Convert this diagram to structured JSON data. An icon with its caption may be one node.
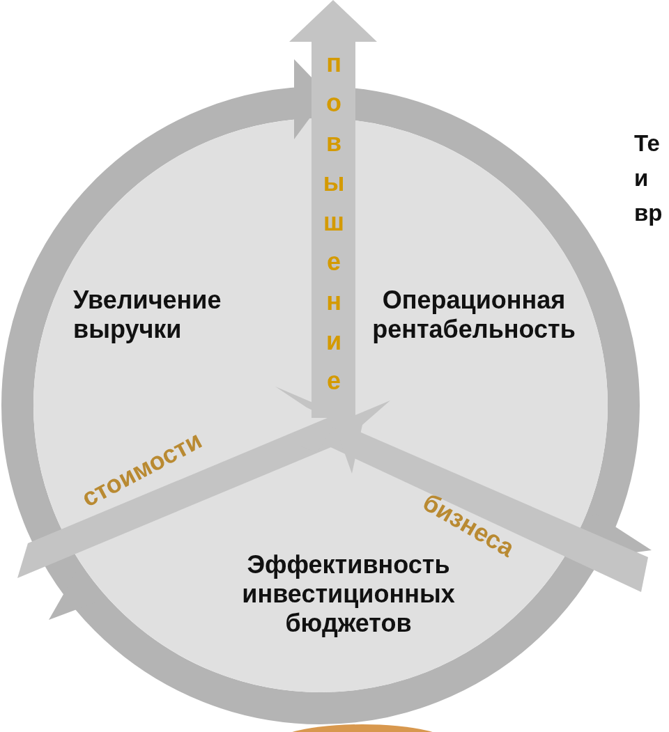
{
  "diagram": {
    "nodes": [
      {
        "text": [
          "Увеличение выручки"
        ]
      },
      {
        "text": [
          "Операционная рентабельность"
        ]
      },
      {
        "text": [
          "Эффективность инвестиционных бюджетов"
        ]
      }
    ],
    "labels": [
      "повышение",
      "стоимости",
      "бизнеса",
      "Те",
      "и",
      "вр"
    ]
  }
}
